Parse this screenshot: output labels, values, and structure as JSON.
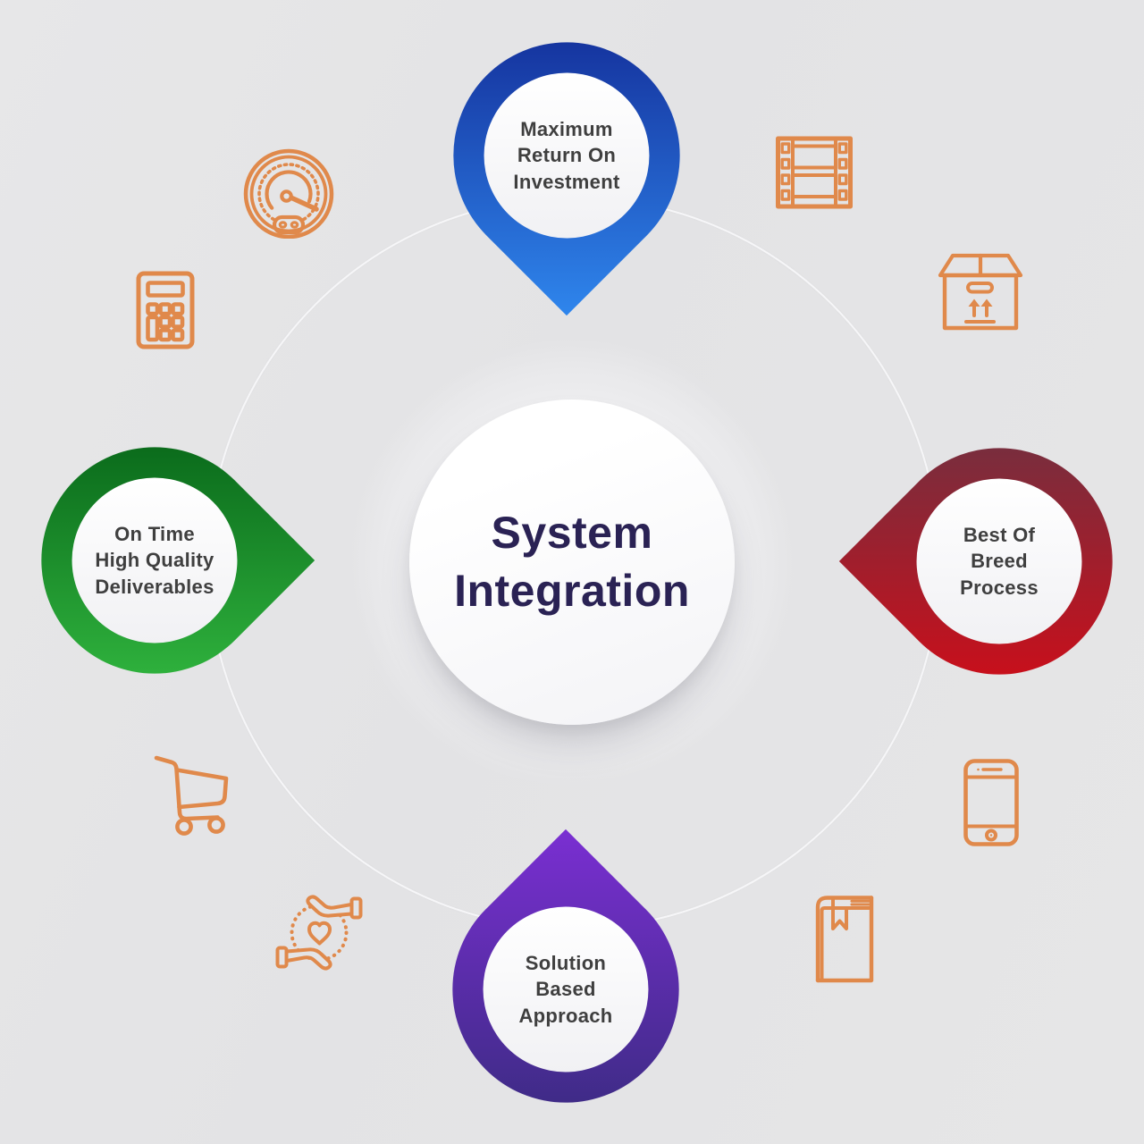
{
  "title": {
    "text": "System\nIntegration"
  },
  "pins": {
    "top": {
      "label": "Maximum\nReturn On\nInvestment",
      "color_start": "#15339E",
      "color_end": "#2F87EE"
    },
    "right": {
      "label": "Best Of\nBreed\nProcess",
      "color_start": "#772E3E",
      "color_end": "#C90F1B"
    },
    "bottom": {
      "label": "Solution\nBased\nApproach",
      "color_start": "#7B2FD3",
      "color_end": "#3E2B86"
    },
    "left": {
      "label": "On Time\nHigh Quality\nDeliverables",
      "color_start": "#0A6A1B",
      "color_end": "#2FB23D"
    }
  },
  "icons": {
    "top_left": "speedometer-icon",
    "left_upper": "calculator-icon",
    "top_right": "film-strip-icon",
    "right_upper": "shipping-box-icon",
    "bottom_left": "shopping-cart-icon",
    "bottom_left_lower": "hands-heart-icon",
    "bottom_right": "book-icon",
    "right_lower": "smartphone-icon"
  },
  "colors": {
    "background": "#E4E4E6",
    "icon_stroke": "#E0894B",
    "title_text": "#2A2254",
    "pin_label_text": "#3F3F3F",
    "center_circle": "#FFFFFF",
    "orbit_ring": "#F6F6F8"
  }
}
